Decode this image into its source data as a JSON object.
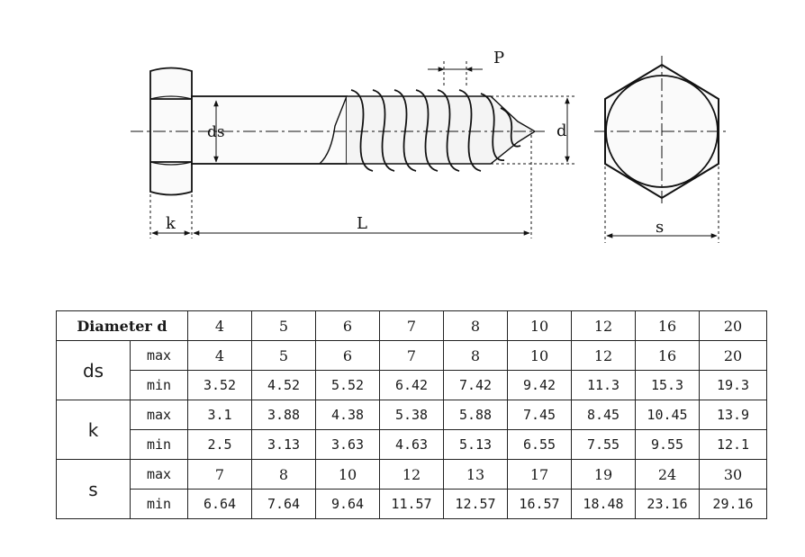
{
  "diagram": {
    "labels": {
      "ds": "ds",
      "d": "d",
      "p": "P",
      "k": "k",
      "l": "L",
      "s": "s"
    }
  },
  "table": {
    "header_label": "Diameter d",
    "diameters": [
      "4",
      "5",
      "6",
      "7",
      "8",
      "10",
      "12",
      "16",
      "20"
    ],
    "groups": [
      {
        "label": "ds",
        "rows": [
          {
            "label": "max",
            "values": [
              "4",
              "5",
              "6",
              "7",
              "8",
              "10",
              "12",
              "16",
              "20"
            ]
          },
          {
            "label": "min",
            "values": [
              "3.52",
              "4.52",
              "5.52",
              "6.42",
              "7.42",
              "9.42",
              "11.3",
              "15.3",
              "19.3"
            ]
          }
        ]
      },
      {
        "label": "k",
        "rows": [
          {
            "label": "max",
            "values": [
              "3.1",
              "3.88",
              "4.38",
              "5.38",
              "5.88",
              "7.45",
              "8.45",
              "10.45",
              "13.9"
            ]
          },
          {
            "label": "min",
            "values": [
              "2.5",
              "3.13",
              "3.63",
              "4.63",
              "5.13",
              "6.55",
              "7.55",
              "9.55",
              "12.1"
            ]
          }
        ]
      },
      {
        "label": "s",
        "rows": [
          {
            "label": "max",
            "values": [
              "7",
              "8",
              "10",
              "12",
              "13",
              "17",
              "19",
              "24",
              "30"
            ]
          },
          {
            "label": "min",
            "values": [
              "6.64",
              "7.64",
              "9.64",
              "11.57",
              "12.57",
              "16.57",
              "18.48",
              "23.16",
              "29.16"
            ]
          }
        ]
      }
    ]
  }
}
